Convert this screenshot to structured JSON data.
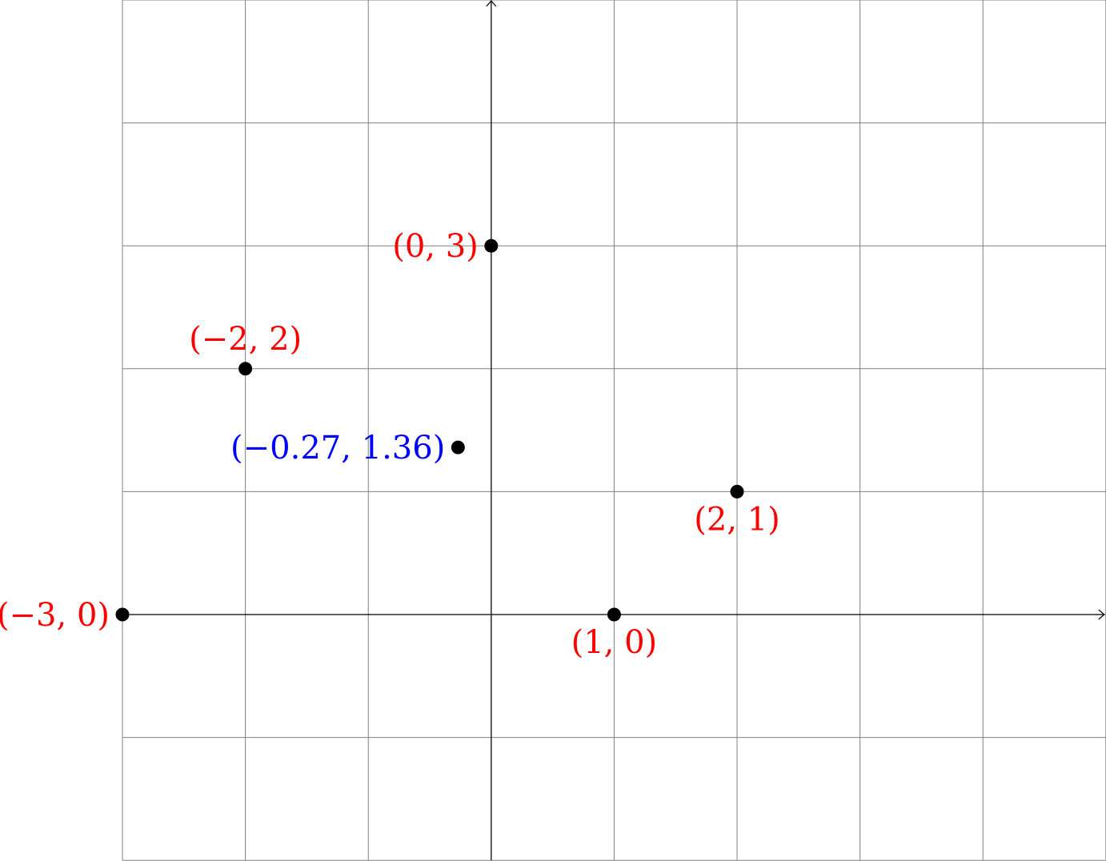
{
  "chart_data": {
    "type": "scatter",
    "xlim": [
      -3,
      5
    ],
    "ylim": [
      -2,
      5
    ],
    "grid": true,
    "grid_step": 1,
    "colors": {
      "grid": "#808080",
      "axis": "#000000",
      "point": "#000000",
      "label_given": "#ff0000",
      "label_centroid": "#0000ff"
    },
    "points": [
      {
        "x": -3,
        "y": 0,
        "label": "(−3, 0)",
        "color": "#ff0000",
        "anchor": "left"
      },
      {
        "x": -2,
        "y": 2,
        "label": "(−2, 2)",
        "color": "#ff0000",
        "anchor": "above"
      },
      {
        "x": 0,
        "y": 3,
        "label": "(0, 3)",
        "color": "#ff0000",
        "anchor": "left"
      },
      {
        "x": 2,
        "y": 1,
        "label": "(2, 1)",
        "color": "#ff0000",
        "anchor": "below"
      },
      {
        "x": 1,
        "y": 0,
        "label": "(1, 0)",
        "color": "#ff0000",
        "anchor": "below"
      },
      {
        "x": -0.27,
        "y": 1.36,
        "label": "(−0.27, 1.36)",
        "color": "#0000ff",
        "anchor": "left"
      }
    ]
  }
}
